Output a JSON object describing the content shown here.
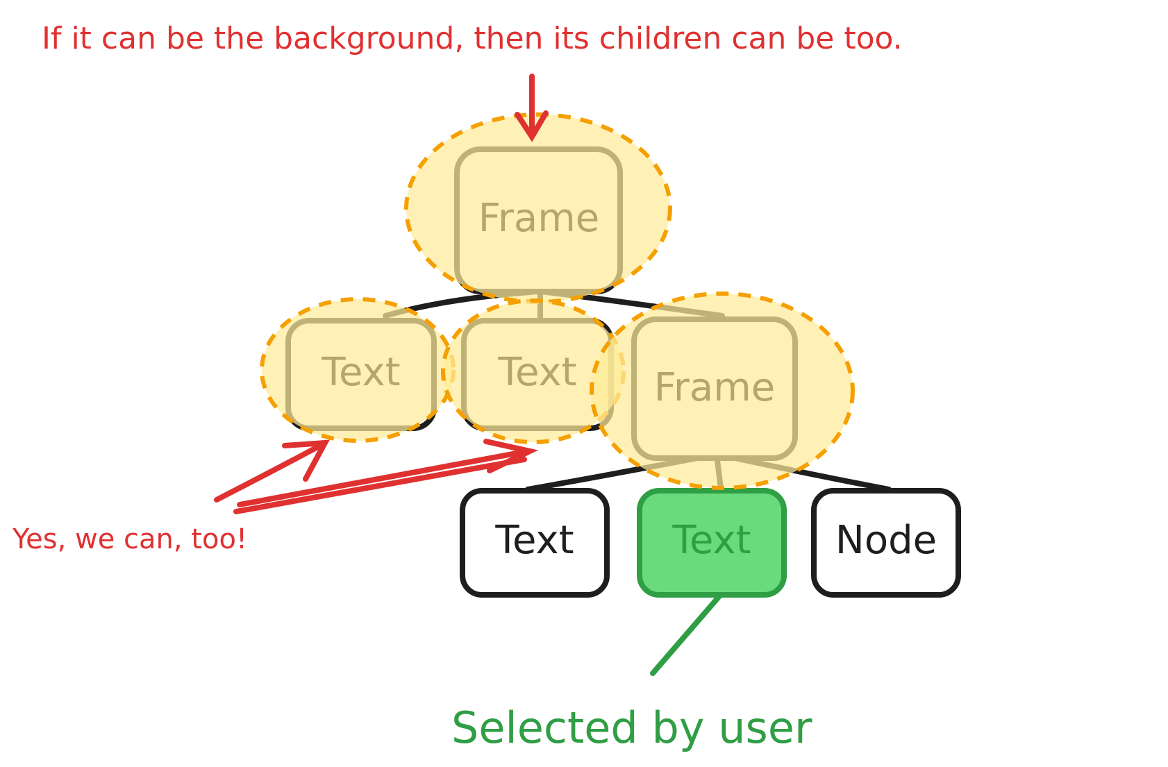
{
  "annotations": {
    "top": "If it can be the background, then its children can be too.",
    "left": "Yes, we can, too!",
    "bottom": "Selected by user"
  },
  "nodes": {
    "root_frame": "Frame",
    "text_a": "Text",
    "text_b": "Text",
    "sub_frame": "Frame",
    "leaf_text": "Text",
    "selected_text": "Text",
    "leaf_node": "Node"
  },
  "colors": {
    "annotation_red": "#e03131",
    "selection_green": "#2f9e44",
    "selected_fill": "#69db7c",
    "highlight_fill": "#ffec99",
    "highlight_stroke": "#f59f00",
    "node_stroke": "#1e1e1e",
    "faded_node_stroke": "#b7a46e"
  }
}
